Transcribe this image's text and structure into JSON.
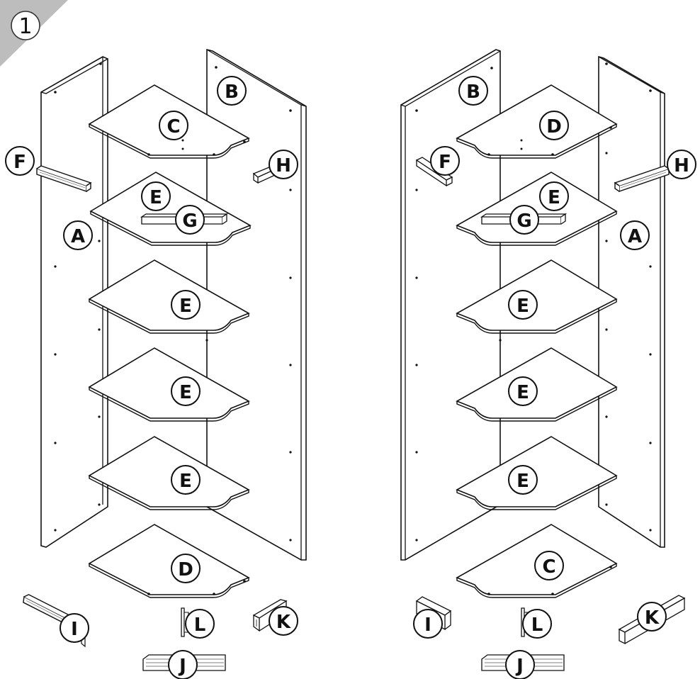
{
  "step": {
    "number": "1"
  },
  "left": {
    "panel_a": "A",
    "panel_b": "B",
    "shelf_top": "C",
    "shelf_g": "E",
    "shelf_3": "E",
    "shelf_4": "E",
    "shelf_5": "E",
    "shelf_bottom": "D",
    "cleat_f": "F",
    "cleat_g": "G",
    "cleat_h": "H",
    "part_i": "I",
    "part_j": "J",
    "part_k": "K",
    "part_l": "L"
  },
  "right": {
    "panel_a": "A",
    "panel_b": "B",
    "shelf_top": "D",
    "shelf_g": "E",
    "shelf_3": "E",
    "shelf_4": "E",
    "shelf_5": "E",
    "shelf_bottom": "C",
    "cleat_f": "F",
    "cleat_g": "G",
    "cleat_h": "H",
    "part_i": "I",
    "part_j": "J",
    "part_k": "K",
    "part_l": "L"
  }
}
